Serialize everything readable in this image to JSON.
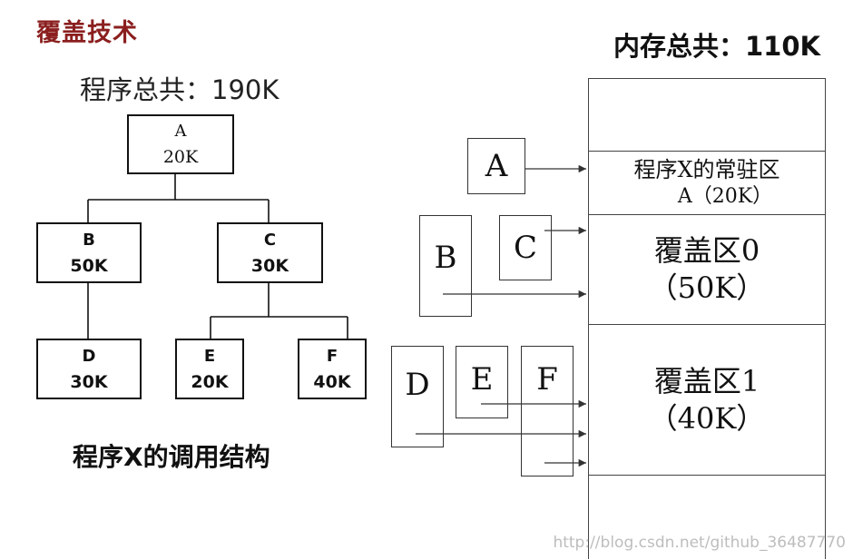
{
  "title": "覆盖技术",
  "program_total": "程序总共：190K",
  "memory_total": "内存总共：110K",
  "caption": "程序X的调用结构",
  "tree": {
    "a": {
      "name": "A",
      "size": "20K"
    },
    "b": {
      "name": "B",
      "size": "50K"
    },
    "c": {
      "name": "C",
      "size": "30K"
    },
    "d": {
      "name": "D",
      "size": "30K"
    },
    "e": {
      "name": "E",
      "size": "20K"
    },
    "f": {
      "name": "F",
      "size": "40K"
    }
  },
  "modules": {
    "a": "A",
    "b": "B",
    "c": "C",
    "d": "D",
    "e": "E",
    "f": "F"
  },
  "memory": {
    "resident": {
      "line1": "程序X的常驻区",
      "line2": "A（20K）"
    },
    "overlay0": {
      "line1": "覆盖区0",
      "line2": "（50K）"
    },
    "overlay1": {
      "line1": "覆盖区1",
      "line2": "（40K）"
    }
  },
  "watermark": "http://blog.csdn.net/github_36487770"
}
